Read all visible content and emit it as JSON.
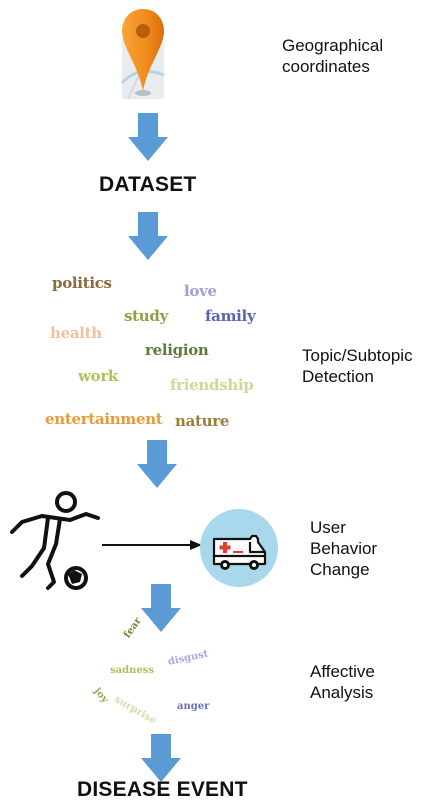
{
  "captions": {
    "geo": "Geographical\ncoordinates",
    "topic": "Topic/Subtopic\nDetection",
    "behavior": "User\nBehavior\nChange",
    "affective": "Affective\nAnalysis"
  },
  "stages": {
    "dataset": "DATASET",
    "disease": "DISEASE EVENT"
  },
  "topics": [
    {
      "text": "politics",
      "color": "#8a6a3a"
    },
    {
      "text": "love",
      "color": "#9ea0d8"
    },
    {
      "text": "study",
      "color": "#8da04a"
    },
    {
      "text": "family",
      "color": "#5a63b8"
    },
    {
      "text": "health",
      "color": "#eec39a"
    },
    {
      "text": "religion",
      "color": "#5e7a3a"
    },
    {
      "text": "work",
      "color": "#a8c45a"
    },
    {
      "text": "friendship",
      "color": "#c8dc98"
    },
    {
      "text": "entertainment",
      "color": "#e89a3c"
    },
    {
      "text": "nature",
      "color": "#a07c3c"
    }
  ],
  "emotions": [
    {
      "text": "fear",
      "color": "#6f8c3a"
    },
    {
      "text": "sadness",
      "color": "#a8c45a"
    },
    {
      "text": "disgust",
      "color": "#a7a9dc"
    },
    {
      "text": "joy",
      "color": "#9aa65a"
    },
    {
      "text": "surprise",
      "color": "#cfe0a8"
    },
    {
      "text": "anger",
      "color": "#6a6ec0"
    }
  ],
  "colors": {
    "arrow": "#5b9bd5",
    "pin": "#f28c1e",
    "ambulance_circle": "#a9d8ec"
  },
  "icons": {
    "location": "map-pin-icon",
    "player": "soccer-player-icon",
    "ambulance": "ambulance-icon"
  }
}
